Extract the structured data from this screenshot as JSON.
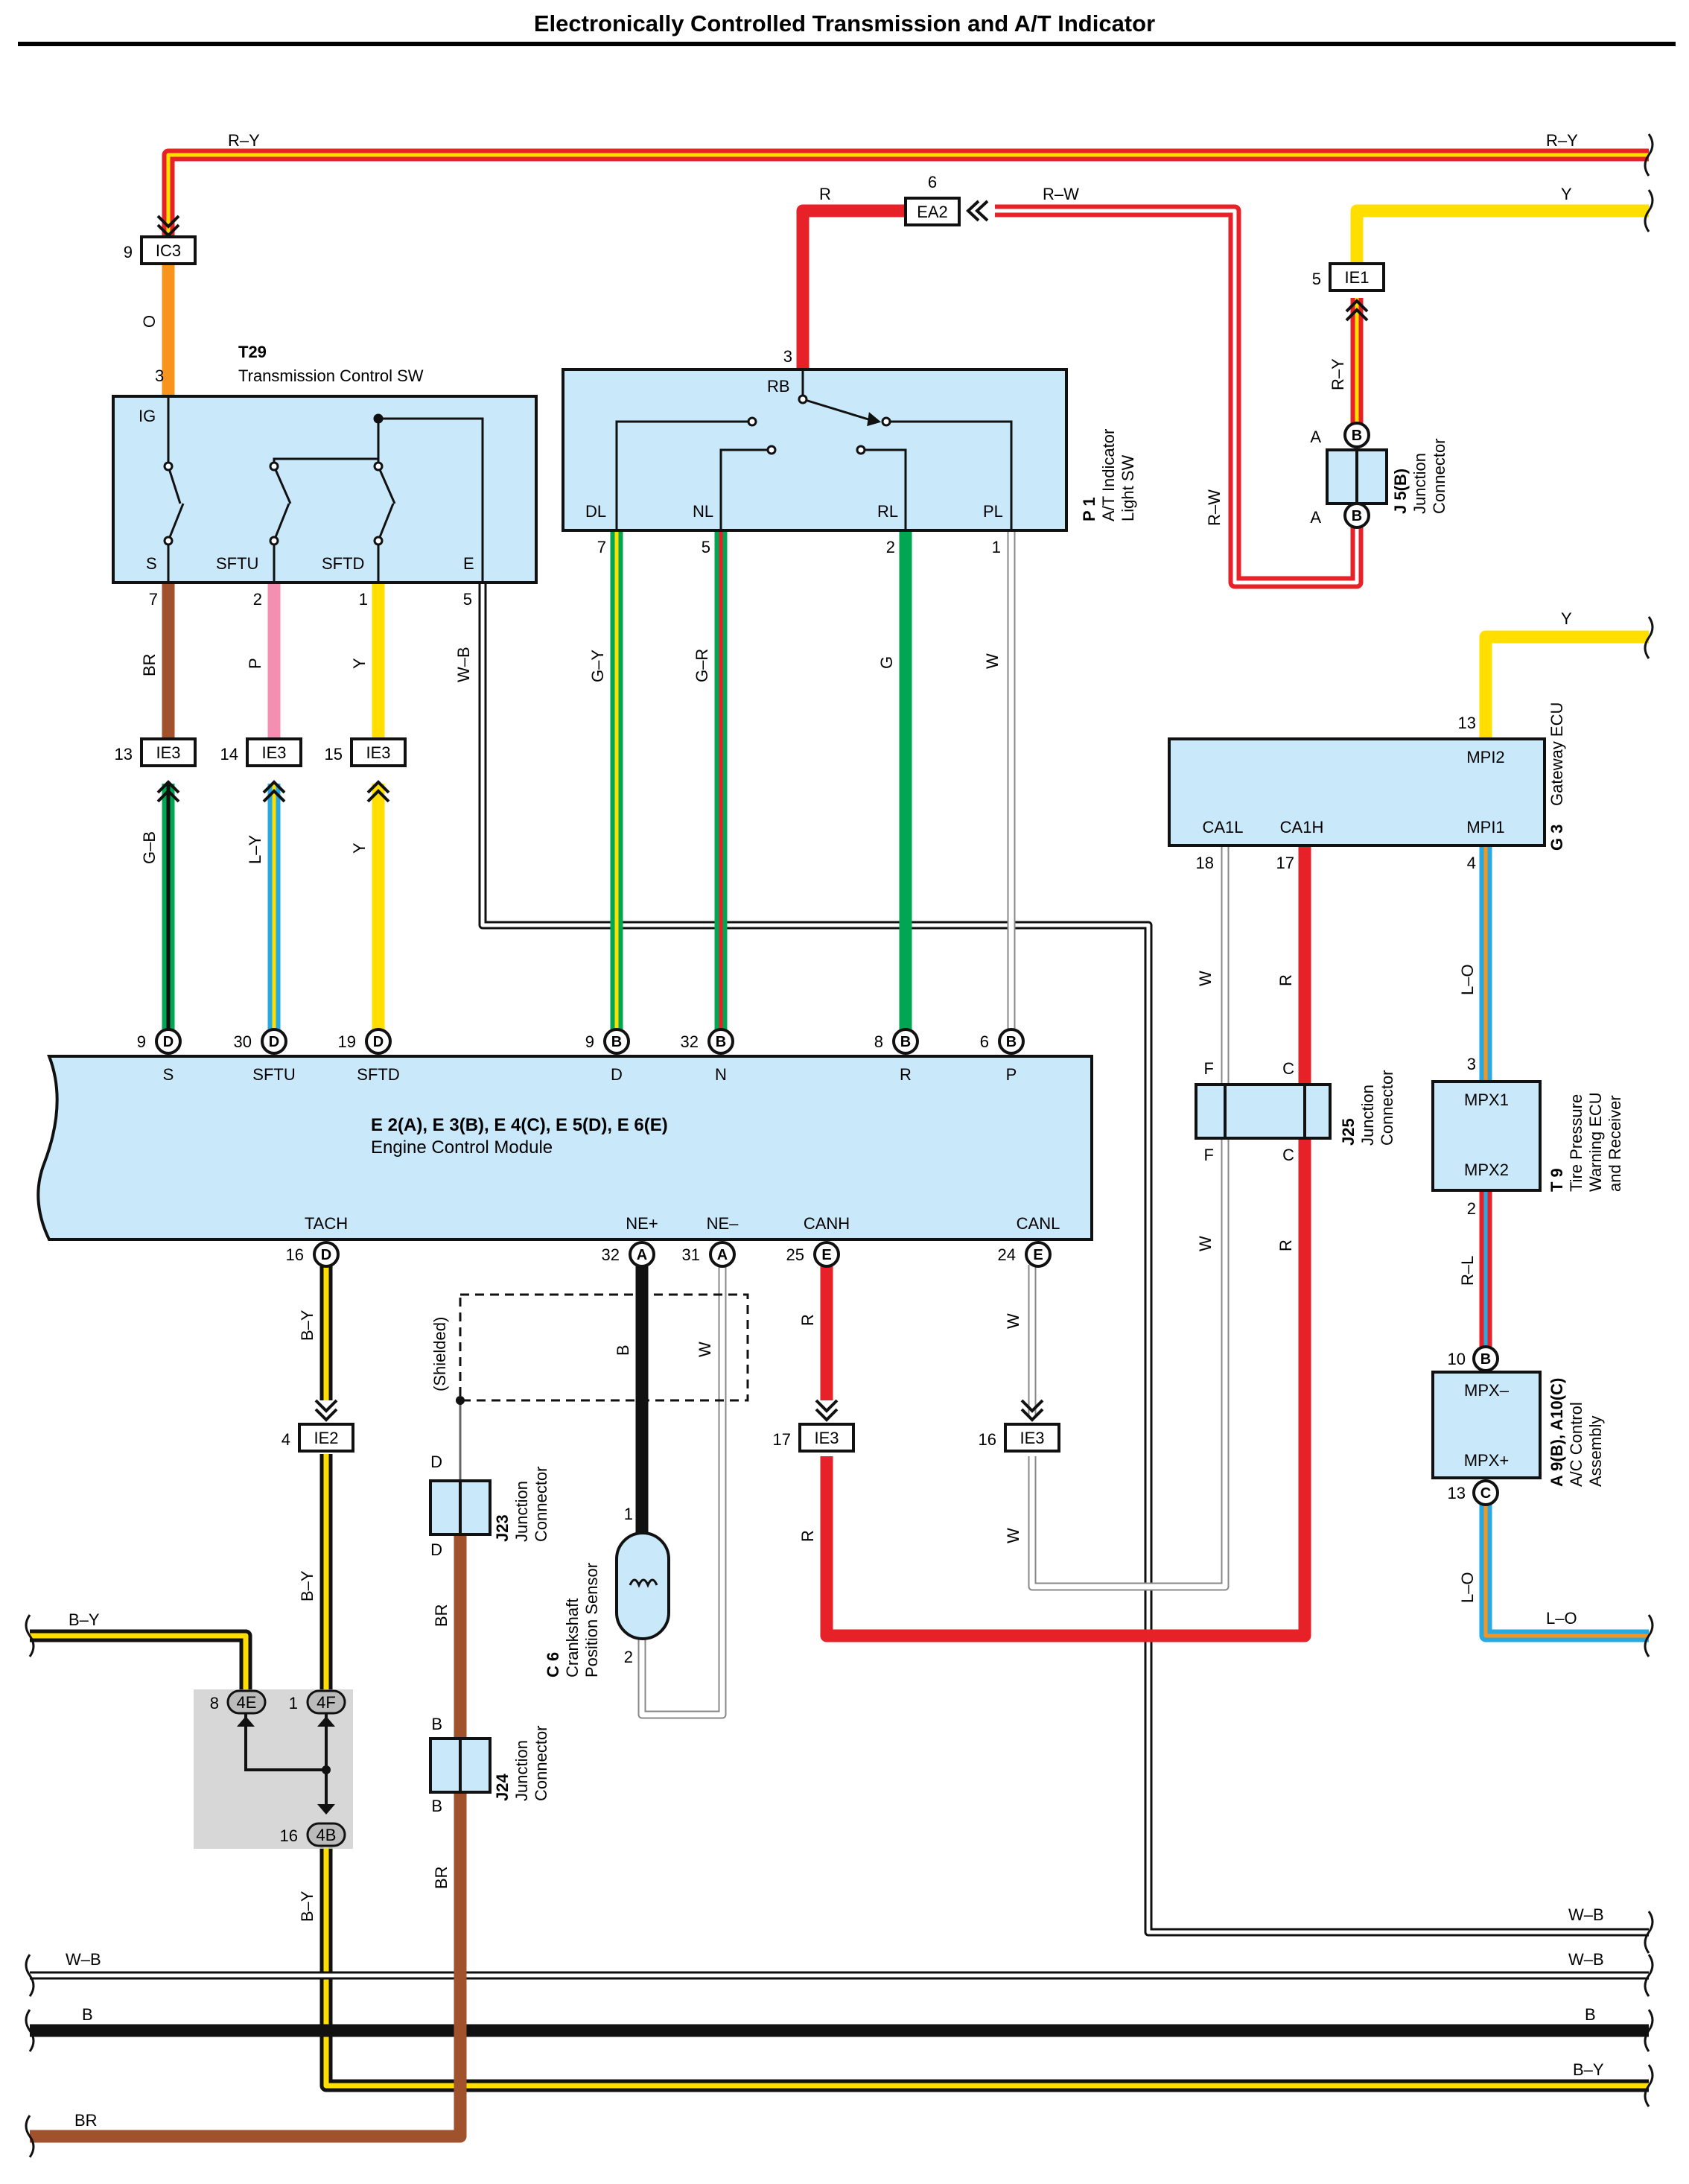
{
  "title": "Electronically Controlled Transmission and A/T Indicator",
  "colors": {
    "R": "#e62128",
    "Y": "#ffde00",
    "O": "#f7941d",
    "G": "#00a651",
    "P": "#f48fb1",
    "BR": "#a0522d",
    "B": "#111111",
    "W": "#ffffff",
    "L": "#27aae1",
    "box": "#c9e9fb",
    "gray": "#d0d0d0"
  },
  "components": {
    "t29": {
      "code": "T29",
      "name": "Transmission Control SW",
      "pins": {
        "ig": "IG",
        "s": "S",
        "sftu": "SFTU",
        "sftd": "SFTD",
        "e": "E"
      }
    },
    "p1": {
      "code": "P 1",
      "name1": "A/T Indicator",
      "name2": "Light SW",
      "pins": {
        "rb": "RB",
        "dl": "DL",
        "nl": "NL",
        "rl": "RL",
        "pl": "PL"
      }
    },
    "ecm": {
      "codes": "E 2(A), E 3(B), E 4(C), E 5(D), E 6(E)",
      "name": "Engine Control Module",
      "pins_top": {
        "s": "S",
        "sftu": "SFTU",
        "sftd": "SFTD",
        "d": "D",
        "n": "N",
        "r": "R",
        "p": "P"
      },
      "pins_bottom": {
        "tach": "TACH",
        "nep": "NE+",
        "nem": "NE–",
        "canh": "CANH",
        "canl": "CANL"
      }
    },
    "g3": {
      "code": "G 3",
      "name": "Gateway ECU",
      "pins": {
        "mpi2": "MPI2",
        "ca1l": "CA1L",
        "ca1h": "CA1H",
        "mpi1": "MPI1"
      }
    },
    "t9": {
      "code": "T 9",
      "name1": "Tire Pressure",
      "name2": "Warning ECU",
      "name3": "and Receiver",
      "pins": {
        "mpx1": "MPX1",
        "mpx2": "MPX2"
      }
    },
    "a9": {
      "code": "A 9(B), A10(C)",
      "name1": "A/C Control",
      "name2": "Assembly",
      "pins": {
        "mpxm": "MPX–",
        "mpxp": "MPX+"
      }
    },
    "j5": {
      "code": "J 5(B)",
      "name1": "Junction",
      "name2": "Connector"
    },
    "j25": {
      "code": "J25",
      "name1": "Junction",
      "name2": "Connector",
      "pins": {
        "f": "F",
        "c": "C"
      }
    },
    "j23": {
      "code": "J23",
      "name1": "Junction",
      "name2": "Connector",
      "pin": "D"
    },
    "j24": {
      "code": "J24",
      "name1": "Junction",
      "name2": "Connector",
      "pin": "B"
    },
    "c6": {
      "code": "C 6",
      "name1": "Crankshaft",
      "name2": "Position Sensor"
    },
    "shielded": "(Shielded)"
  },
  "connectors": {
    "ic3": "IC3",
    "ea2": "EA2",
    "ie1": "IE1",
    "ie3": "IE3",
    "ie2": "IE2",
    "j4e": "4E",
    "j4f": "4F",
    "j4b": "4B",
    "pinA": "A",
    "pinB": "B",
    "pinC": "C",
    "pinD": "D",
    "pinE": "E"
  },
  "pin_numbers": {
    "n1": "1",
    "n2": "2",
    "n3": "3",
    "n4": "4",
    "n5": "5",
    "n6": "6",
    "n7": "7",
    "n8": "8",
    "n9": "9",
    "n10": "10",
    "n13": "13",
    "n14": "14",
    "n15": "15",
    "n16": "16",
    "n17": "17",
    "n18": "18",
    "n19": "19",
    "n24": "24",
    "n25": "25",
    "n30": "30",
    "n31": "31",
    "n32": "32"
  },
  "wire_colors": {
    "r_y": "R–Y",
    "o": "O",
    "r": "R",
    "r_w": "R–W",
    "y": "Y",
    "br": "BR",
    "p": "P",
    "w_b": "W–B",
    "g_y": "G–Y",
    "g_r": "G–R",
    "g": "G",
    "w": "W",
    "g_b": "G–B",
    "l_y": "L–Y",
    "l_o": "L–O",
    "r_l": "R–L",
    "b_y": "B–Y",
    "b": "B"
  }
}
